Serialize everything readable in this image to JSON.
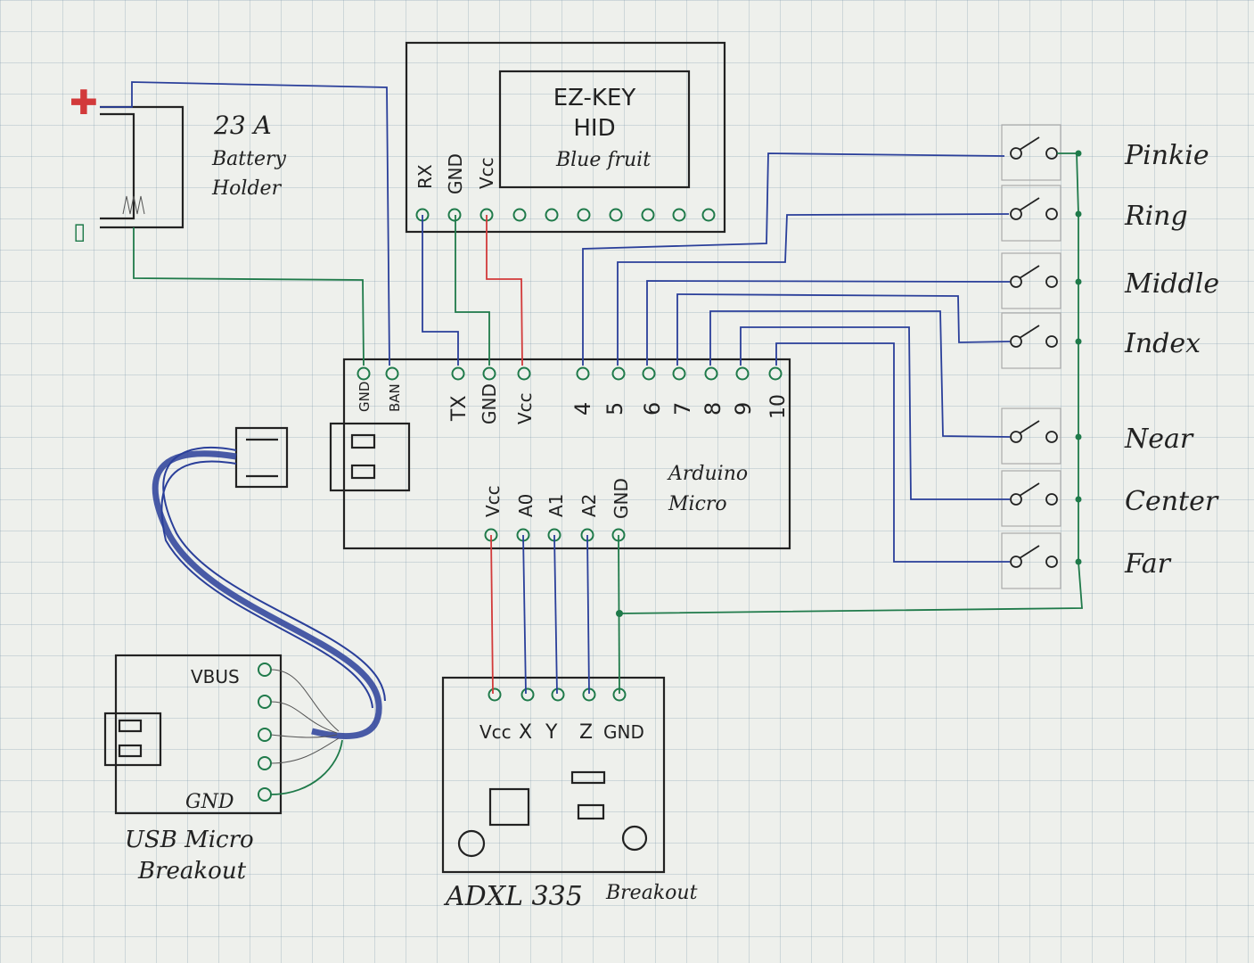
{
  "battery": {
    "plus_symbol": "✚",
    "minus_symbol": "▯",
    "label_line1": "23 A",
    "label_line2": "Battery",
    "label_line3": "Holder"
  },
  "ezkey": {
    "label_line1": "EZ-KEY",
    "label_line2": "HID",
    "label_line3": "Blue fruit",
    "pins": [
      "RX",
      "GND",
      "Vcc"
    ]
  },
  "arduino": {
    "label_line1": "Arduino",
    "label_line2": "Micro",
    "top_pins": [
      "GND",
      "BAN",
      "TX",
      "GND",
      "Vcc",
      "4",
      "5",
      "6",
      "7",
      "8",
      "9",
      "10"
    ],
    "bottom_pins": [
      "Vcc",
      "A0",
      "A1",
      "A2",
      "GND"
    ]
  },
  "switches": [
    "Pinkie",
    "Ring",
    "Middle",
    "Index",
    "Near",
    "Center",
    "Far"
  ],
  "usb": {
    "pins": [
      "VBUS",
      "GND"
    ],
    "label_line1": "USB Micro",
    "label_line2": "Breakout"
  },
  "adxl": {
    "pins": [
      "Vcc",
      "X",
      "Y",
      "Z",
      "GND"
    ],
    "label_line1": "ADXL 335",
    "label_line2": "Breakout"
  },
  "colors": {
    "ink": "#222222",
    "blue": "#2a3f9a",
    "green": "#1f7a4a",
    "red": "#d23a3a",
    "paper": "#eef0ec"
  }
}
